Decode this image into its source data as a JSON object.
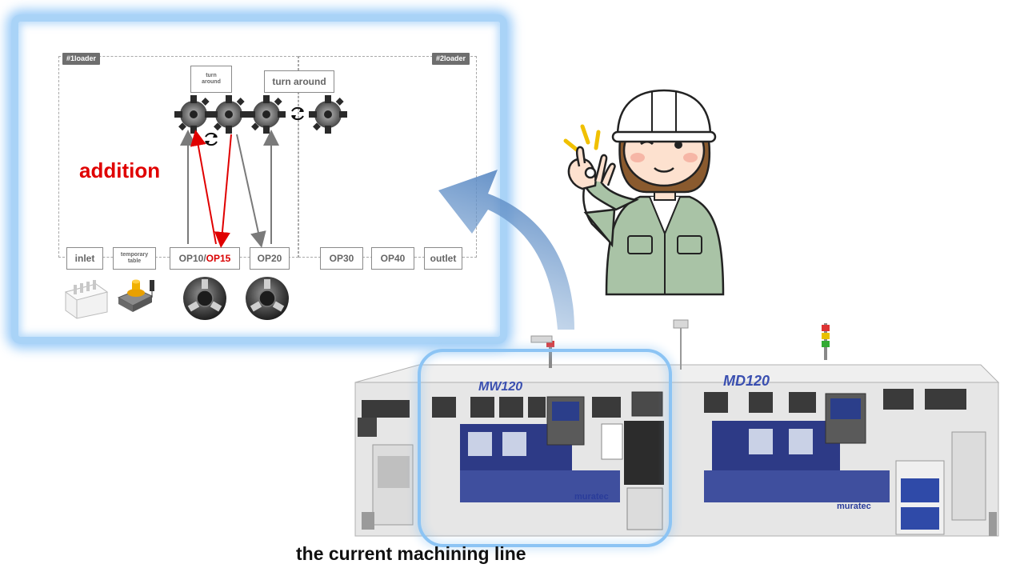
{
  "diagram": {
    "loader1_tag": "#1loader",
    "loader2_tag": "#2loader",
    "turn_around_small": "turn\naround",
    "turn_around_large": "turn around",
    "annotation": "addition",
    "stations": {
      "inlet": "inlet",
      "temporary_table": "temporary\ntable",
      "op10": "OP10/",
      "op15": "OP15",
      "op20": "OP20",
      "op30": "OP30",
      "op40": "OP40",
      "outlet": "outlet"
    }
  },
  "machine_labels": {
    "left_machine": "MW120",
    "right_machine": "MD120",
    "brand": "muratec"
  },
  "caption": "the current machining line",
  "colors": {
    "glow": "#a9d3f7",
    "addition_red": "#e00000",
    "arrow_gray": "#7a7a7a",
    "machine_blue": "#2d3a86"
  }
}
